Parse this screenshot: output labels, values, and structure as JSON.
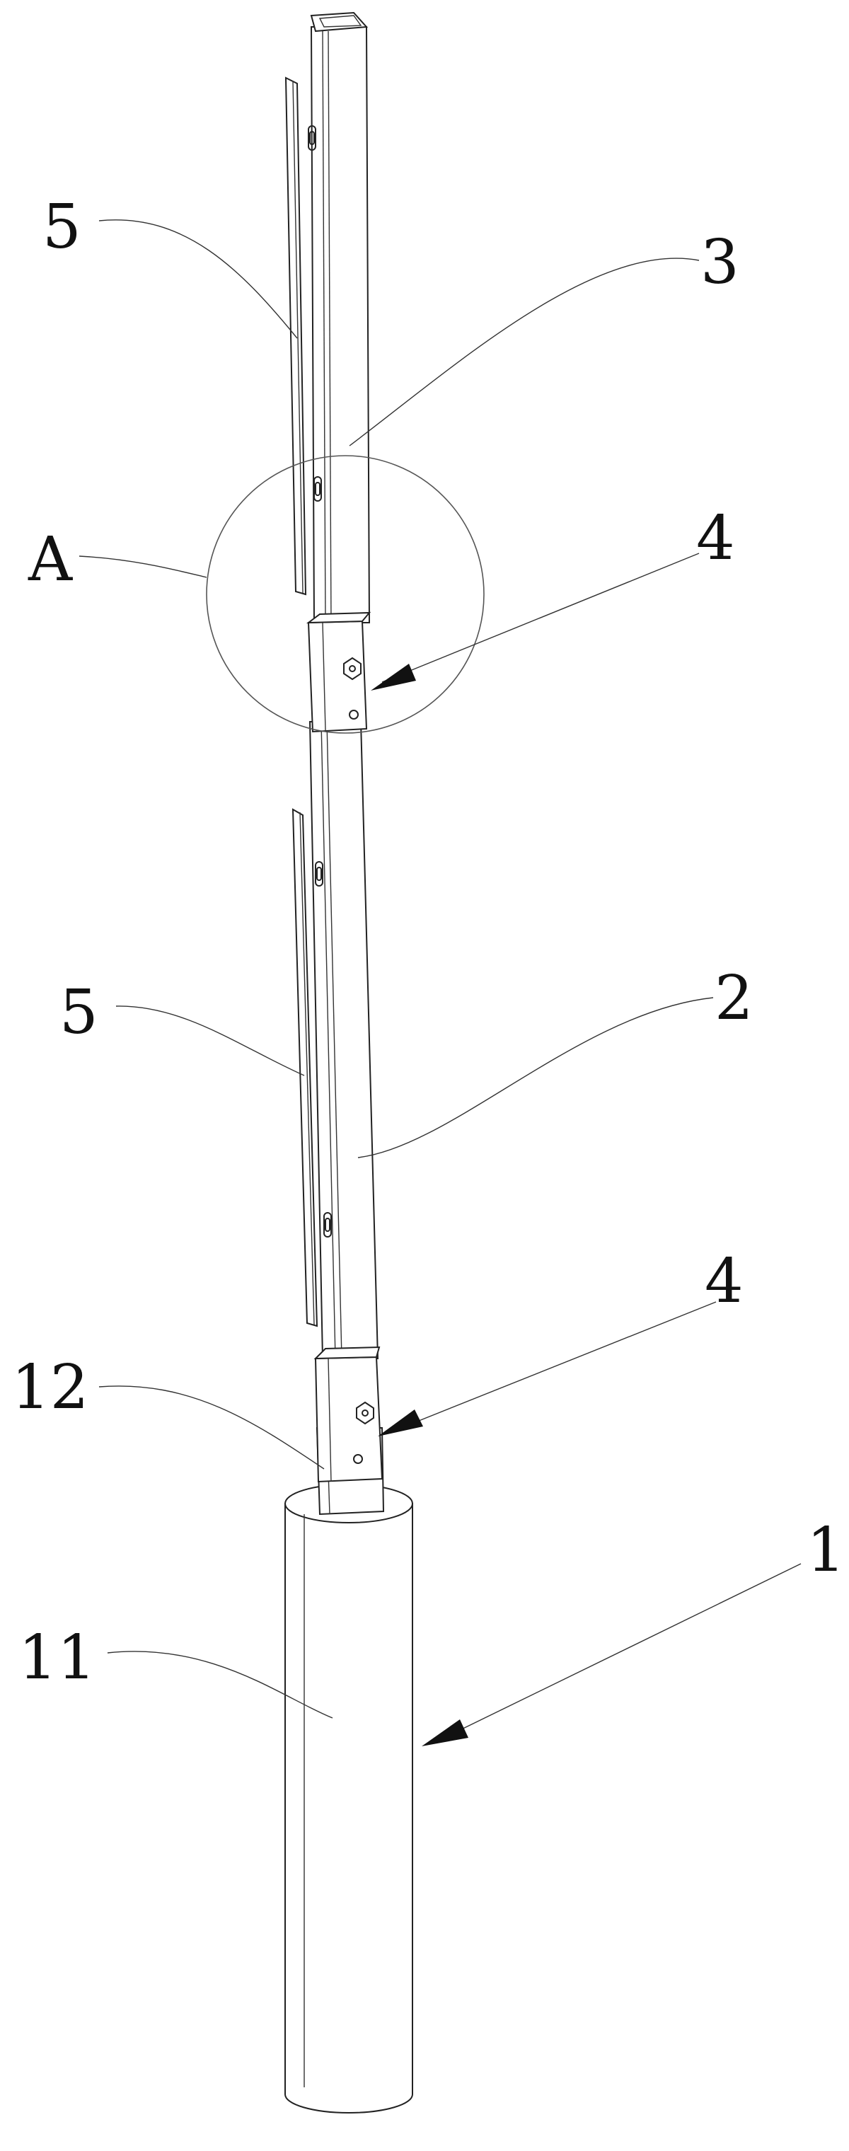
{
  "figure": {
    "labels": {
      "label_3": "3",
      "label_5_upper": "5",
      "label_A": "A",
      "label_4_upper": "4",
      "label_5_lower": "5",
      "label_2": "2",
      "label_4_lower": "4",
      "label_12": "12",
      "label_1": "1",
      "label_11": "11"
    }
  }
}
